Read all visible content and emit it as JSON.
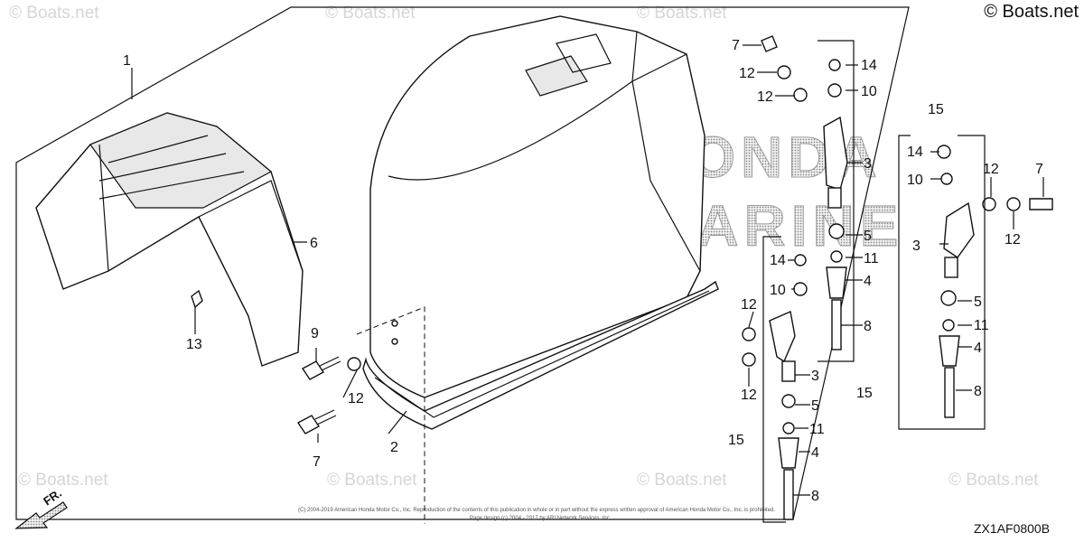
{
  "copyright": "© Boats.net",
  "watermark_text": "© Boats.net",
  "brand_line_1": "HONDA",
  "brand_line_2": "MARINE",
  "diagram_code": "ZX1AF0800B",
  "front_marker": "FR.",
  "fine_print_1": "(C) 2004-2019 American Honda Motor Co., Inc. Reproduction of the contents of this publication in whole or in part without the express written approval of American Honda Motor Co., Inc. is prohibited.",
  "fine_print_2": "Page design (c) 2004 - 2017 by ARI Network Services, Inc.",
  "labels": {
    "l1": "1",
    "l2": "2",
    "l6": "6",
    "l9": "9",
    "l13": "13",
    "l7a": "7",
    "l12a": "12",
    "l12b": "12",
    "l14a": "14",
    "l10a": "10",
    "l3a": "3",
    "l5a": "5",
    "l11a": "11",
    "l4a": "4",
    "l8a": "8",
    "l15a": "15",
    "l12c": "12",
    "l12d": "12",
    "l14b": "14",
    "l10b": "10",
    "l3b": "3",
    "l5b": "5",
    "l11b": "11",
    "l4b": "4",
    "l8b": "8",
    "l15b": "15",
    "l15c": "15",
    "l14c": "14",
    "l10c": "10",
    "l12e": "12",
    "l7b": "7",
    "l12f": "12",
    "l3c": "3",
    "l5c": "5",
    "l11c": "11",
    "l4c": "4",
    "l8c": "8",
    "l12g": "12",
    "l7c": "7"
  }
}
